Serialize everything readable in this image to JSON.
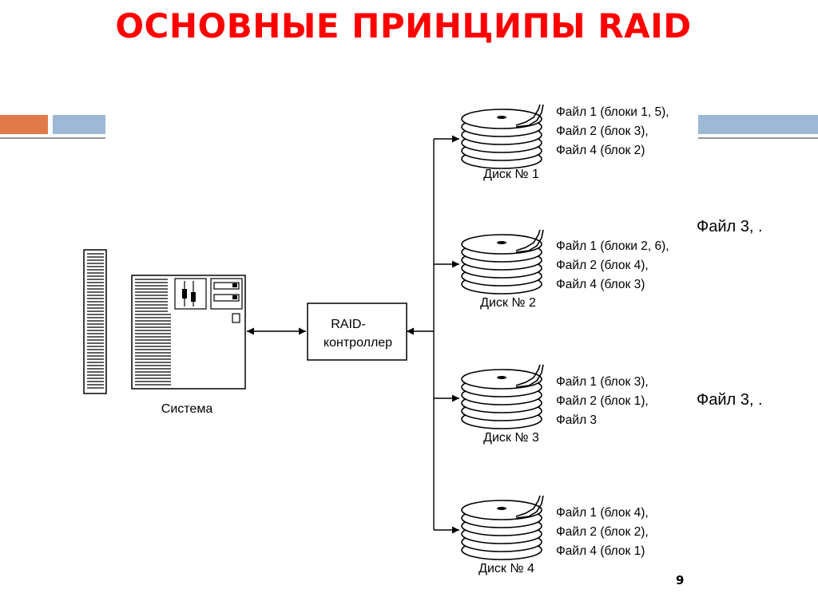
{
  "slide": {
    "title": "ОСНОВНЫЕ ПРИНЦИПЫ RAID",
    "page_number": "9",
    "accent_colors": {
      "title": "#ff0000",
      "orange": "#e07a4a",
      "blue": "#9db9d6"
    }
  },
  "diagram": {
    "system_label": "Система",
    "controller_label": [
      "RAID-",
      "контроллер"
    ],
    "disks": [
      {
        "label": "Диск № 1",
        "lines": [
          "Файл 1 (блоки 1, 5),",
          "Файл 2 (блок 3),",
          "Файл 4 (блок 2)"
        ]
      },
      {
        "label": "Диск № 2",
        "lines": [
          "Файл 1 (блоки 2, 6),",
          "Файл 2 (блок 4),",
          "Файл 4 (блок 3)"
        ]
      },
      {
        "label": "Диск № 3",
        "lines": [
          "Файл 1 (блок 3),",
          "Файл 2 (блок 1),",
          "Файл 3"
        ]
      },
      {
        "label": "Диск № 4",
        "lines": [
          "Файл 1 (блок 4),",
          "Файл 2 (блок 2),",
          "Файл 4 (блок 1)"
        ]
      }
    ],
    "overflow_fragments": [
      "Файл 3, .",
      "Файл 3, ."
    ]
  }
}
